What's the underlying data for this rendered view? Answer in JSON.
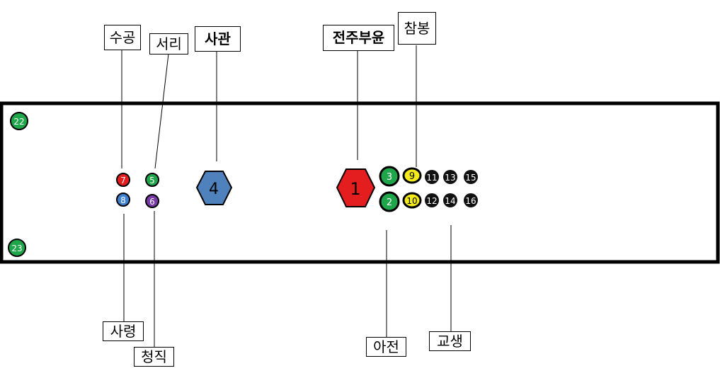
{
  "labels": {
    "sugong": "수공",
    "seori": "서리",
    "sagwan": "사관",
    "jeonjubuyun": "전주부윤",
    "chambong": "참봉",
    "saryeong": "사령",
    "cheongjik": "청직",
    "ajeon": "아전",
    "gyosaeng": "교생"
  },
  "markers": {
    "m1": "1",
    "m2": "2",
    "m3": "3",
    "m4": "4",
    "m5": "5",
    "m6": "6",
    "m7": "7",
    "m8": "8",
    "m9": "9",
    "m10": "10",
    "m11": "11",
    "m12": "12",
    "m13": "13",
    "m14": "14",
    "m15": "15",
    "m16": "16",
    "m22": "22",
    "m23": "23"
  },
  "colors": {
    "red": "#e41e1e",
    "green": "#1fa64a",
    "blue": "#3d7fd0",
    "purple": "#7a3aa6",
    "yellow": "#f3ea1a",
    "black": "#111111",
    "steel_blue": "#4f81bd"
  }
}
